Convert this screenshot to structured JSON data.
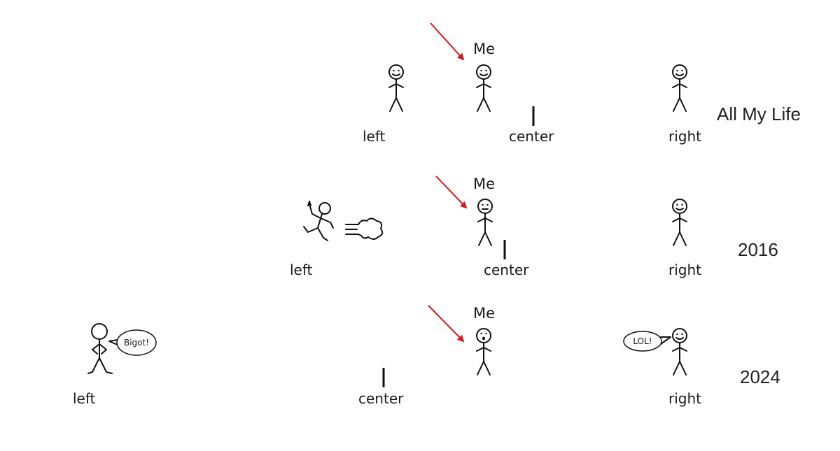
{
  "rows": [
    {
      "period_label": "All My Life",
      "me_label": "Me",
      "left_label": "left",
      "center_label": "center",
      "right_label": "right"
    },
    {
      "period_label": "2016",
      "me_label": "Me",
      "left_label": "left",
      "center_label": "center",
      "right_label": "right"
    },
    {
      "period_label": "2024",
      "me_label": "Me",
      "left_label": "left",
      "center_label": "center",
      "right_label": "right",
      "left_speech": "Bigot!",
      "right_speech": "LOL!"
    }
  ],
  "colors": {
    "left": "#3a7dbf",
    "middle": "#6b3d7a",
    "right": "#e05a4a",
    "arrow": "#d7191c"
  }
}
